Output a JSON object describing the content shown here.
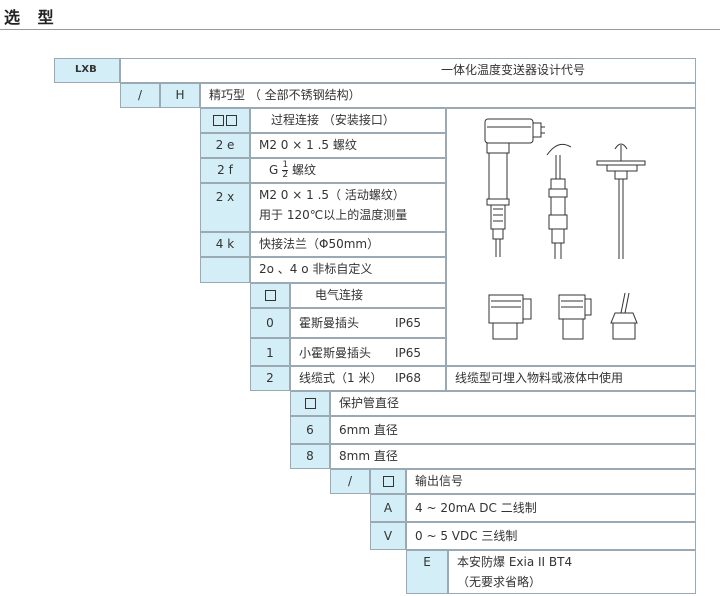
{
  "header": {
    "title": "选 型"
  },
  "model": {
    "code": "LXB",
    "description": "一体化温度变送器设计代号"
  },
  "series": {
    "sep": "/",
    "code": "H",
    "description": "精巧型  （ 全部不锈钢结构）"
  },
  "process": {
    "title": "过程连接    （安装接口）",
    "options": [
      {
        "code": "2 e",
        "label": "M2 0 × 1 .5 螺纹"
      },
      {
        "code": "2 f",
        "label_prefix": "G",
        "frac_num": "1",
        "frac_den": "2",
        "label_suffix": "螺纹"
      },
      {
        "code": "2 x",
        "label": "M2 0 × 1 .5（ 活动螺纹）",
        "label2": "用于 120℃以上的温度测量"
      },
      {
        "code": "4 k",
        "label": "快接法兰（Φ50mm）"
      },
      {
        "code": "",
        "label": "2o 、4 o 非标自定义"
      }
    ]
  },
  "electrical": {
    "title": "电气连接",
    "options": [
      {
        "code": "0",
        "label": "霍斯曼插头",
        "ip": "IP65"
      },
      {
        "code": "1",
        "label": "小霍斯曼插头",
        "ip": "IP65"
      },
      {
        "code": "2",
        "label": "线缆式（1 米）",
        "ip": "IP68",
        "note": "线缆型可埋入物料或液体中使用"
      }
    ]
  },
  "tube": {
    "title": "保护管直径",
    "options": [
      {
        "code": "6",
        "label": "6mm 直径"
      },
      {
        "code": "8",
        "label": "8mm 直径"
      }
    ]
  },
  "output": {
    "sep": "/",
    "title": "输出信号",
    "options": [
      {
        "code": "A",
        "label": "4 ~ 20mA DC 二线制"
      },
      {
        "code": "V",
        "label": "0 ~ 5 VDC 三线制"
      }
    ]
  },
  "explosion": {
    "code": "E",
    "label": "本安防爆 Exia II BT4",
    "label2": "（无要求省略）"
  },
  "colors": {
    "code_bg": "#d3eef6",
    "border": "#9aa9b4",
    "text": "#333333"
  },
  "icons": [
    "square-icon",
    "process-connection-drawings",
    "electrical-connector-drawings"
  ]
}
